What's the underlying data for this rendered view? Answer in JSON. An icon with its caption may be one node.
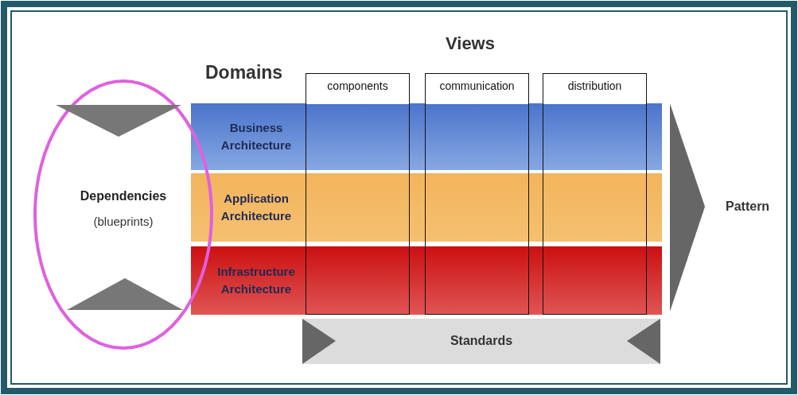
{
  "diagram": {
    "nodes": [
      {
        "text": [
          "Business Architecture"
        ]
      },
      {
        "text": [
          "Application Architecture"
        ]
      },
      {
        "text": [
          "Infrastructure Architecture"
        ]
      },
      {
        "text": [
          "components"
        ]
      },
      {
        "text": [
          "communication"
        ]
      },
      {
        "text": [
          "distribution"
        ]
      },
      {
        "text": [
          "Standards"
        ]
      },
      {
        "text": [
          "Dependencies",
          "(blueprints)"
        ]
      },
      {
        "text": [],
        "shape": "triangle",
        "in": 7
      },
      {
        "text": [],
        "shape": "triangle",
        "in": 7
      }
    ],
    "labels": [
      "Views",
      "Domains",
      "Pattern"
    ]
  }
}
